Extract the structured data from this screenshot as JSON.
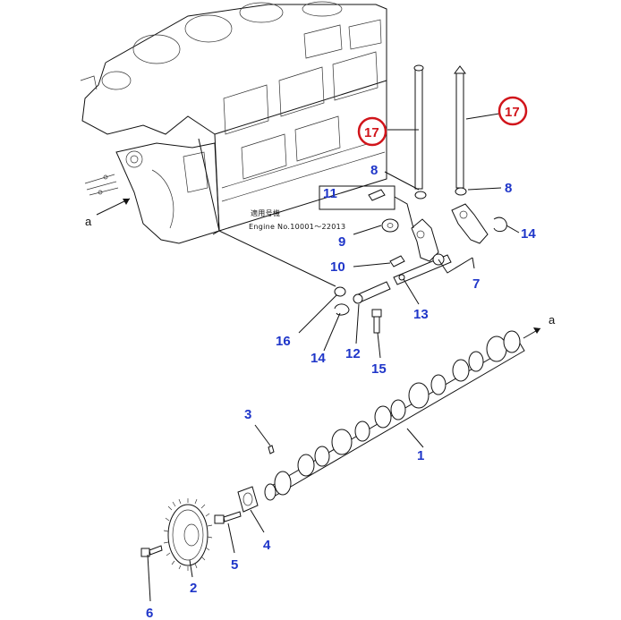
{
  "callouts": {
    "p1": "1",
    "p2": "2",
    "p3": "3",
    "p4": "4",
    "p5": "5",
    "p6": "6",
    "p7": "7",
    "p8a": "8",
    "p8b": "8",
    "p9": "9",
    "p10": "10",
    "p11": "11",
    "p12": "12",
    "p13": "13",
    "p14a": "14",
    "p14b": "14",
    "p15": "15",
    "p16": "16",
    "p17a": "17",
    "p17b": "17"
  },
  "ref_labels": {
    "a_left": "a",
    "a_right": "a"
  },
  "applicability_note": {
    "line1": "適用号機",
    "line2": "Engine No.10001〜22013"
  },
  "colors": {
    "callout": "#1f36c9",
    "highlight_ring": "#d1151b",
    "linework": "#111111"
  }
}
